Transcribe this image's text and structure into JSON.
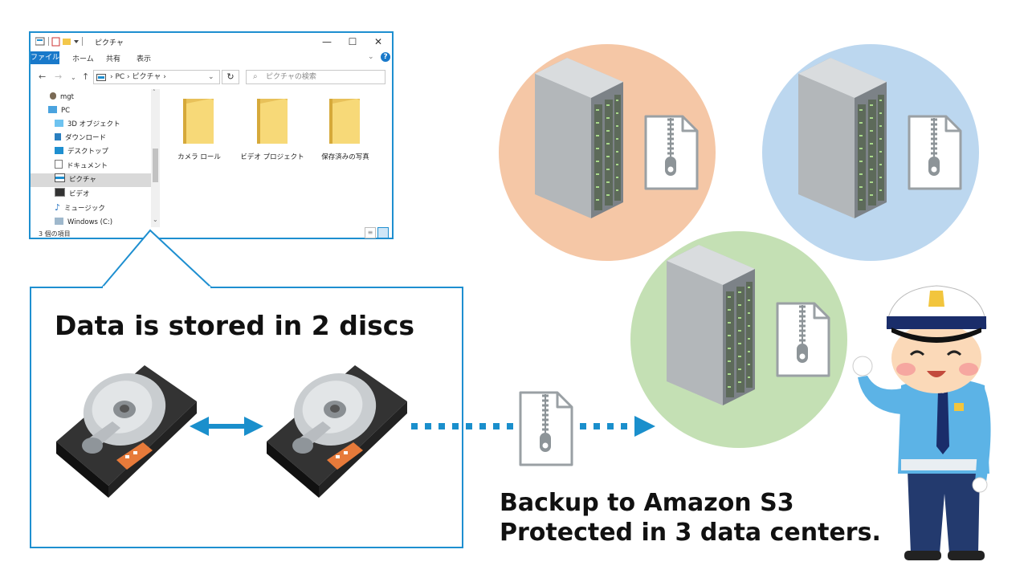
{
  "explorer": {
    "title": "ピクチャ",
    "ribbon_tabs": [
      "ファイル",
      "ホーム",
      "共有",
      "表示"
    ],
    "address_path": "› PC › ピクチャ ›",
    "search_placeholder": "ピクチャの検索",
    "nav_items": [
      {
        "label": "mgt",
        "icon": "user-icon"
      },
      {
        "label": "PC",
        "icon": "pc-icon"
      },
      {
        "label": "3D オブジェクト",
        "icon": "cube-icon"
      },
      {
        "label": "ダウンロード",
        "icon": "download-icon"
      },
      {
        "label": "デスクトップ",
        "icon": "desktop-icon"
      },
      {
        "label": "ドキュメント",
        "icon": "document-icon"
      },
      {
        "label": "ピクチャ",
        "icon": "pictures-icon",
        "selected": true
      },
      {
        "label": "ビデオ",
        "icon": "video-icon"
      },
      {
        "label": "ミュージック",
        "icon": "music-icon"
      },
      {
        "label": "Windows (C:)",
        "icon": "drive-icon"
      }
    ],
    "folders": [
      {
        "label": "カメラ ロール"
      },
      {
        "label": "ビデオ プロジェクト"
      },
      {
        "label": "保存済みの写真"
      }
    ],
    "status": "3 個の項目",
    "accent_color": "#1e8fd0"
  },
  "callout": {
    "text": "Data is stored in 2 discs",
    "border_color": "#1e8fd0"
  },
  "backup": {
    "line1": "Backup to Amazon S3",
    "line2": "Protected in 3 data centers."
  },
  "colors": {
    "arrow": "#1a8fcc",
    "circle_orange": "#f5c7a6",
    "circle_blue": "#bcd7ef",
    "circle_green": "#c4e0b4"
  }
}
